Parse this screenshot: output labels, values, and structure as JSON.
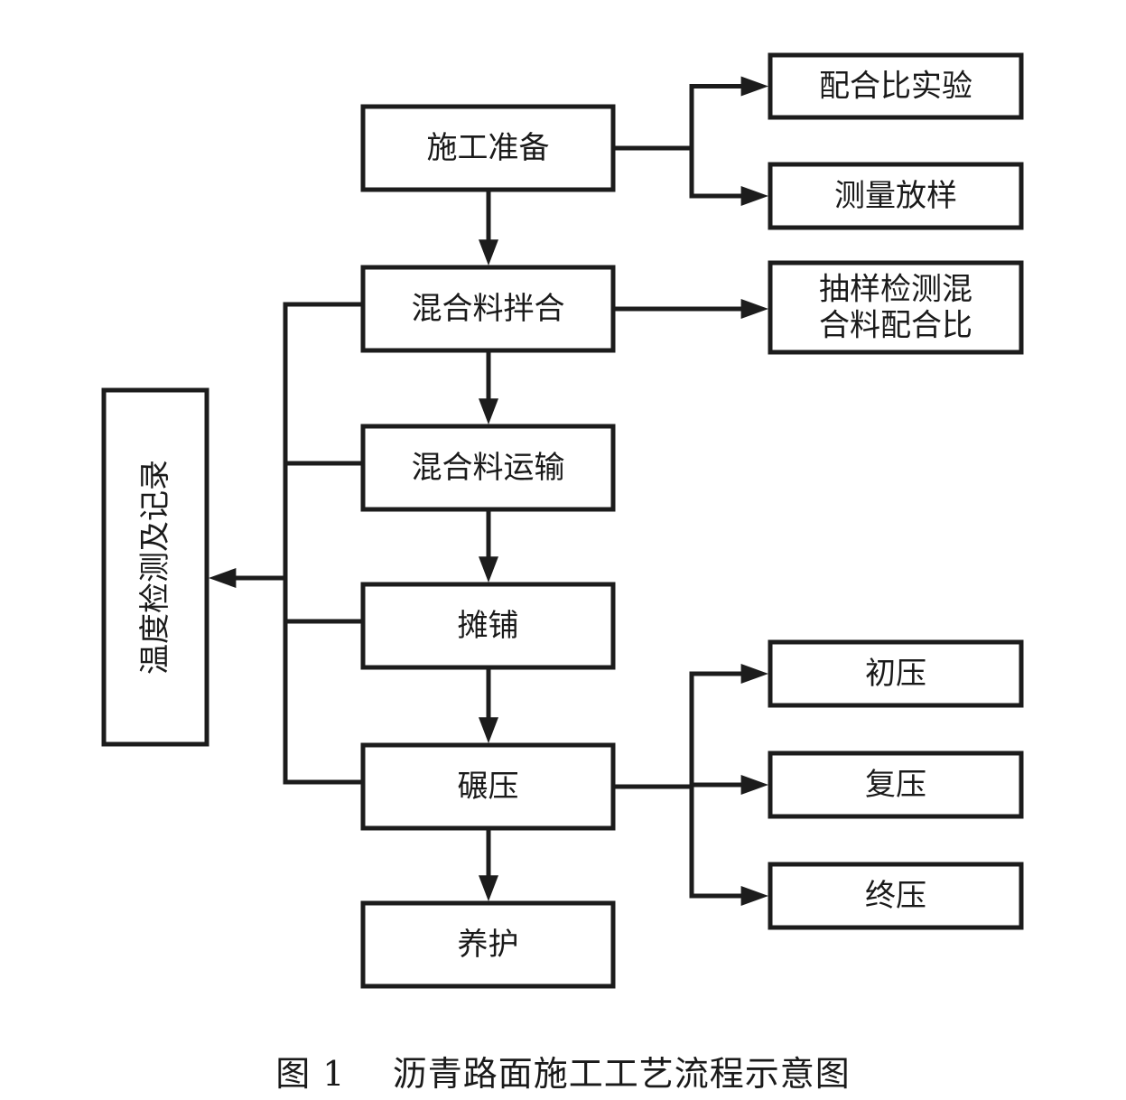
{
  "diagram": {
    "title": "沥青路面施工工艺流程示意图",
    "figure_label": "图 1",
    "nodes": [
      {
        "id": "prep",
        "label": "施工准备"
      },
      {
        "id": "mix",
        "label": "混合料拌合"
      },
      {
        "id": "transport",
        "label": "混合料运输"
      },
      {
        "id": "paving",
        "label": "摊铺"
      },
      {
        "id": "rolling",
        "label": "碾压"
      },
      {
        "id": "curing",
        "label": "养护"
      },
      {
        "id": "mix_test",
        "label": "配合比实验"
      },
      {
        "id": "survey",
        "label": "测量放样"
      },
      {
        "id": "sample",
        "label": "抽样检测混合料配合比",
        "lines": [
          "抽样检测混",
          "合料配合比"
        ]
      },
      {
        "id": "initial",
        "label": "初压"
      },
      {
        "id": "repeat",
        "label": "复压"
      },
      {
        "id": "final",
        "label": "终压"
      },
      {
        "id": "temp",
        "label": "温度检测及记录"
      }
    ],
    "edges": [
      {
        "from": "prep",
        "to": "mix"
      },
      {
        "from": "mix",
        "to": "transport"
      },
      {
        "from": "transport",
        "to": "paving"
      },
      {
        "from": "paving",
        "to": "rolling"
      },
      {
        "from": "rolling",
        "to": "curing"
      },
      {
        "from": "prep",
        "to": "mix_test"
      },
      {
        "from": "prep",
        "to": "survey"
      },
      {
        "from": "mix",
        "to": "sample"
      },
      {
        "from": "rolling",
        "to": "initial"
      },
      {
        "from": "rolling",
        "to": "repeat"
      },
      {
        "from": "rolling",
        "to": "final"
      },
      {
        "from": "mix",
        "to": "temp"
      },
      {
        "from": "transport",
        "to": "temp"
      },
      {
        "from": "paving",
        "to": "temp"
      },
      {
        "from": "rolling",
        "to": "temp"
      }
    ]
  }
}
